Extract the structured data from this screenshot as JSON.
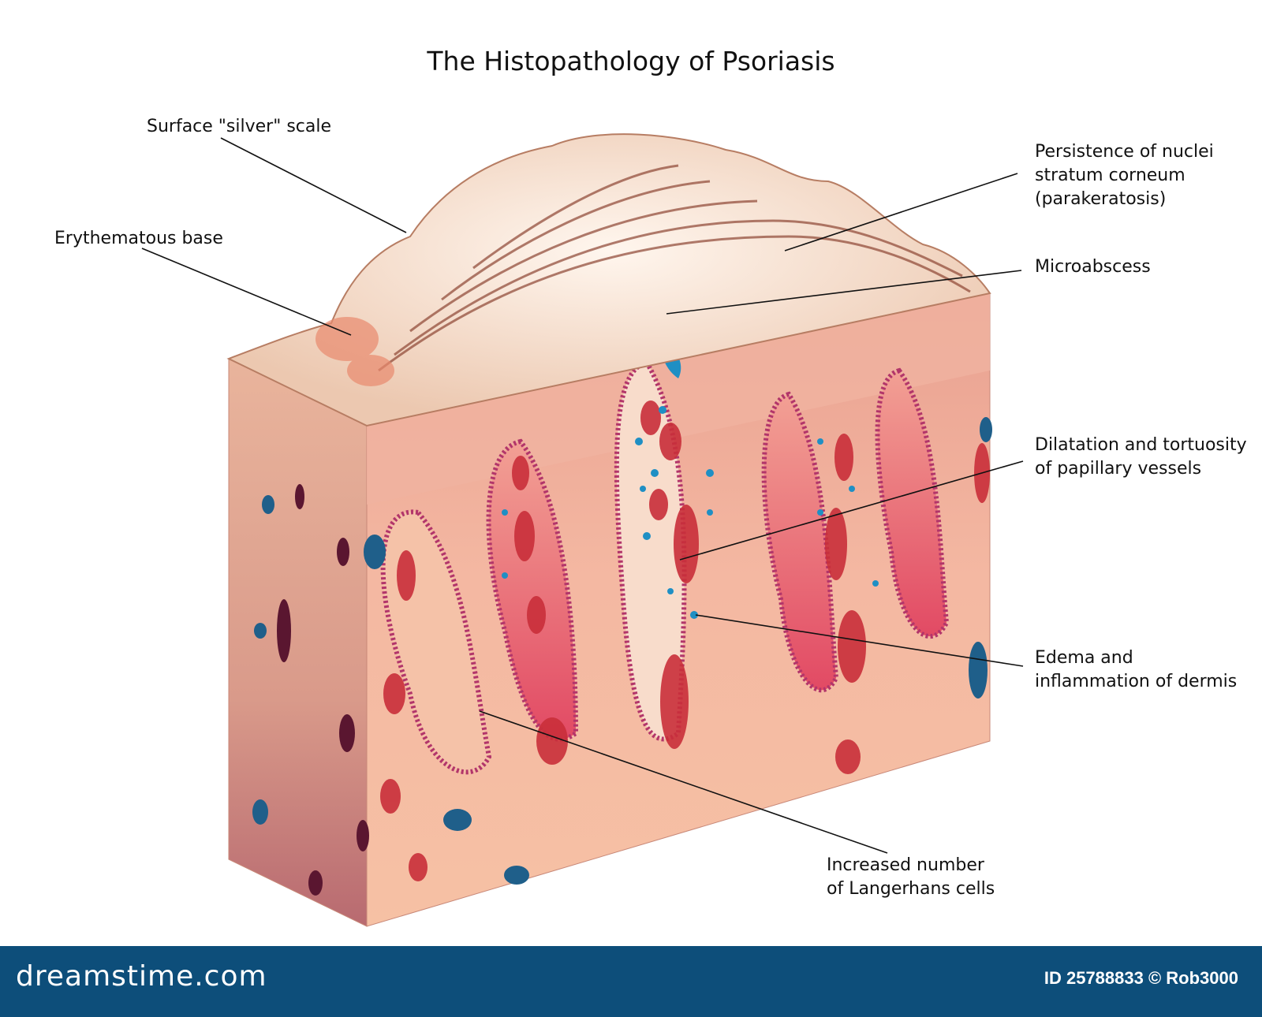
{
  "title": "The Histopathology of Psoriasis",
  "labels": {
    "scale": "Surface \"silver\" scale",
    "base": "Erythematous base",
    "parakeratosis": [
      "Persistence of nuclei",
      "stratum corneum",
      "(parakeratosis)"
    ],
    "microabscess": "Microabscess",
    "vessels": [
      "Dilatation and tortuosity",
      "of papillary vessels"
    ],
    "edema": [
      "Edema and",
      "inflammation of dermis"
    ],
    "langerhans": [
      "Increased number",
      "of Langerhans cells"
    ]
  },
  "footer": {
    "brand": "dreamstime.com",
    "credit": "ID 25788833 © Rob3000"
  },
  "colors": {
    "footer": "#0d4e7a",
    "skin_front": "#f2b79c",
    "skin_side": "#d88e80",
    "papilla": "#e86a7b",
    "vessel": "#c92f3a",
    "microabscess": "#1f8fc4",
    "scale": "#f7ece0"
  }
}
